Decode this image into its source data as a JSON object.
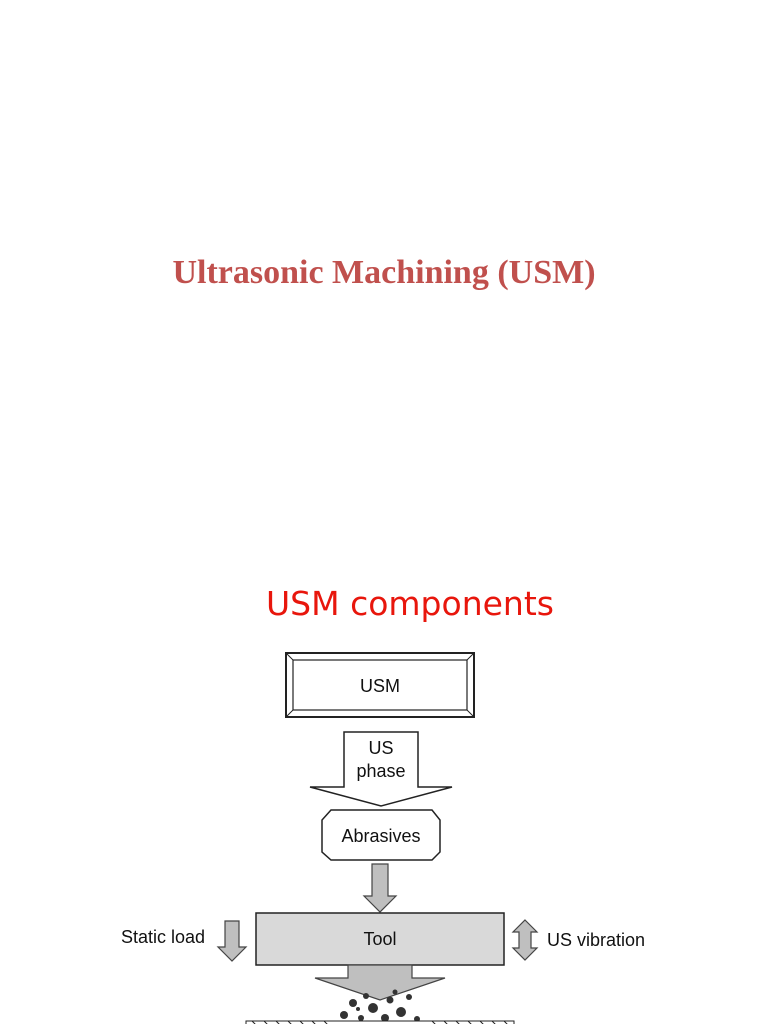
{
  "slide": {
    "title": "Ultrasonic Machining (USM)",
    "heading": "USM components"
  },
  "diagram": {
    "box_usm": "USM",
    "arrow_label_line1": "US",
    "arrow_label_line2": "phase",
    "box_abrasives": "Abrasives",
    "box_tool": "Tool",
    "label_static_load": "Static load",
    "label_us_vibration": "US vibration"
  },
  "colors": {
    "title": "#c0504d",
    "heading": "#e8160c",
    "tool_fill": "#d9d9d9",
    "arrow_fill": "#bfbfbf"
  }
}
